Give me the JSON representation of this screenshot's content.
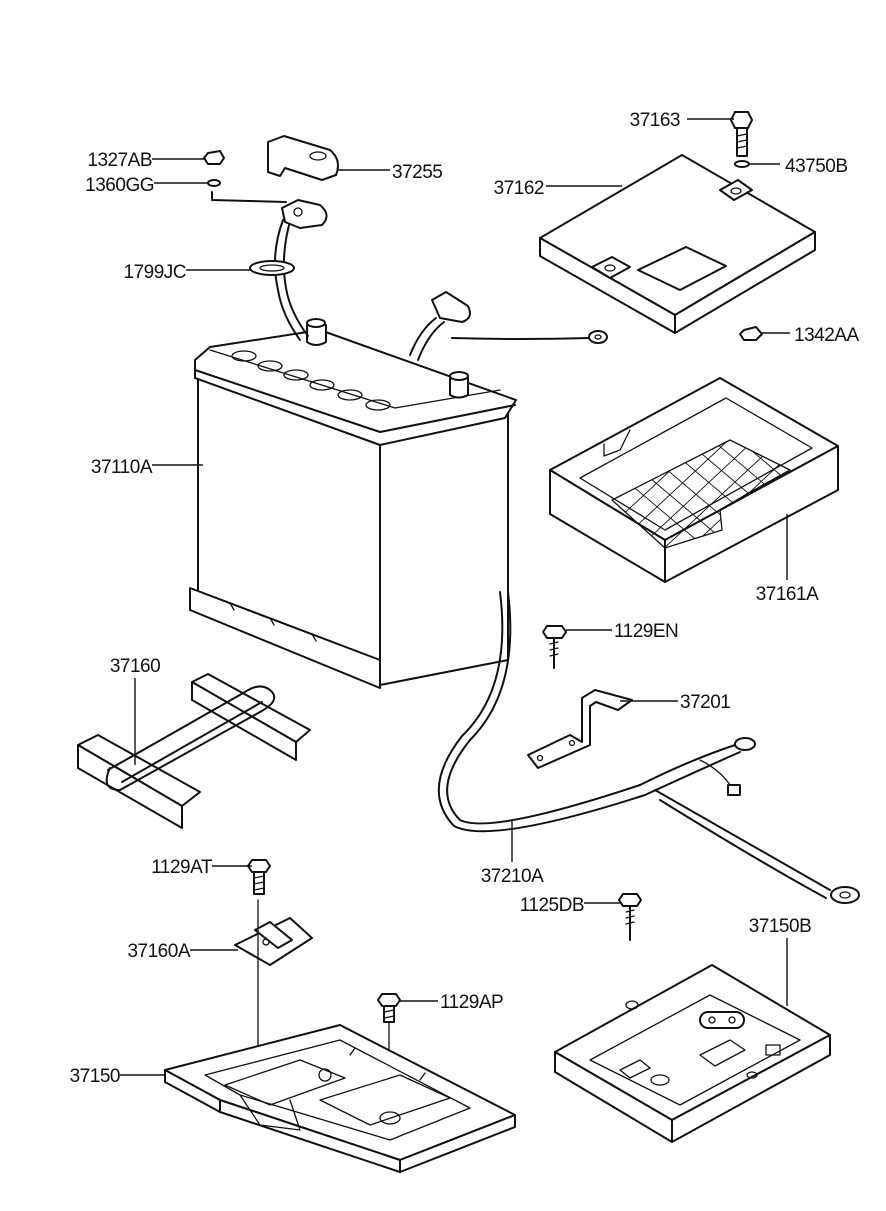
{
  "diagram": {
    "part_labels": {
      "p1327AB": "1327AB",
      "p1360GG": "1360GG",
      "p37255": "37255",
      "p1799JC": "1799JC",
      "p37110A": "37110A",
      "p37163": "37163",
      "p43750B": "43750B",
      "p37162": "37162",
      "p1342AA": "1342AA",
      "p37161A": "37161A",
      "p1129EN": "1129EN",
      "p37201": "37201",
      "p37160": "37160",
      "p37210A": "37210A",
      "p1129AT": "1129AT",
      "p1125DB": "1125DB",
      "p37150B": "37150B",
      "p37160A": "37160A",
      "p1129AP": "1129AP",
      "p37150": "37150"
    }
  }
}
